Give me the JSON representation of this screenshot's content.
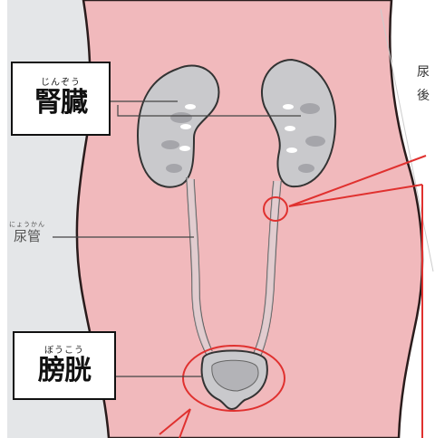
{
  "labels": {
    "kidney": {
      "ruby": "じんぞう",
      "text": "腎臓"
    },
    "ureter": {
      "ruby": "にょうかん",
      "text": "尿管"
    },
    "bladder": {
      "ruby": "ぼうこう",
      "text": "膀胱"
    }
  },
  "side_text": [
    "尿",
    "後"
  ],
  "colors": {
    "body_fill": "#f1b9bc",
    "body_outline": "#2a1c1c",
    "background_left": "#e4e6e8",
    "background_right": "#ffffff",
    "organ_fill": "#c9c9cc",
    "organ_outline": "#333333",
    "highlight_circle": "#e0312f",
    "leader_line": "#444444"
  }
}
